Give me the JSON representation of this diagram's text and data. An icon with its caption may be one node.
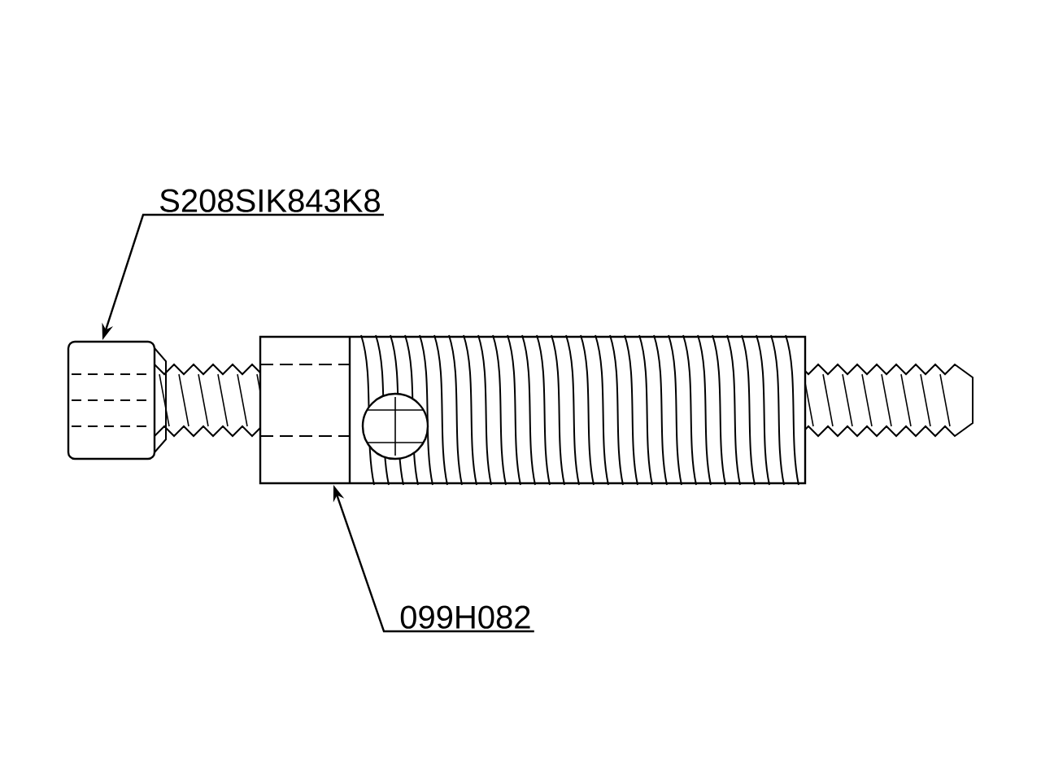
{
  "diagram": {
    "nodes": [
      {
        "text": [
          "S208SIK843K8"
        ]
      },
      {
        "text": [],
        "shape": "picture"
      },
      {
        "text": [
          "099H082"
        ]
      },
      {
        "text": [],
        "shape": "picture"
      }
    ],
    "edges": [
      {
        "from": 0,
        "to": 1,
        "arrow": "to"
      },
      {
        "from": 2,
        "to": 3,
        "arrow": "to"
      }
    ]
  }
}
